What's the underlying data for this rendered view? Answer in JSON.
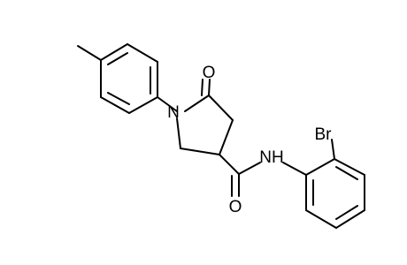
{
  "molecule": {
    "atoms": {
      "nitrogen_ring": "N",
      "oxygen_carbonyl": "O",
      "nitrogen_amide": "NH",
      "bromine": "Br"
    },
    "colors": {
      "bond": "#000000",
      "text": "#000000",
      "background": "#ffffff"
    }
  }
}
